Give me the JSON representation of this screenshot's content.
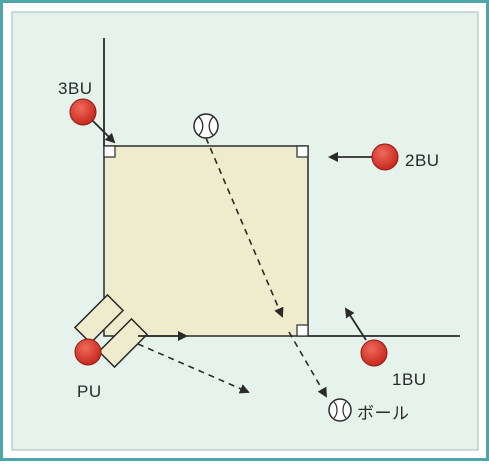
{
  "colors": {
    "outer_frame": "#4fa6a8",
    "background": "#e6f2ec",
    "field": "#eeeccc",
    "umpire": "#d63a2e",
    "line": "#333333"
  },
  "labels": {
    "third_base_umpire": "3BU",
    "second_base_umpire": "2BU",
    "first_base_umpire": "1BU",
    "plate_umpire": "PU",
    "ball": "ボール"
  },
  "icons": {
    "umpire": "red-circle-icon",
    "ball": "baseball-icon",
    "base": "white-square-icon",
    "home_plate": "batter-box-icon"
  }
}
